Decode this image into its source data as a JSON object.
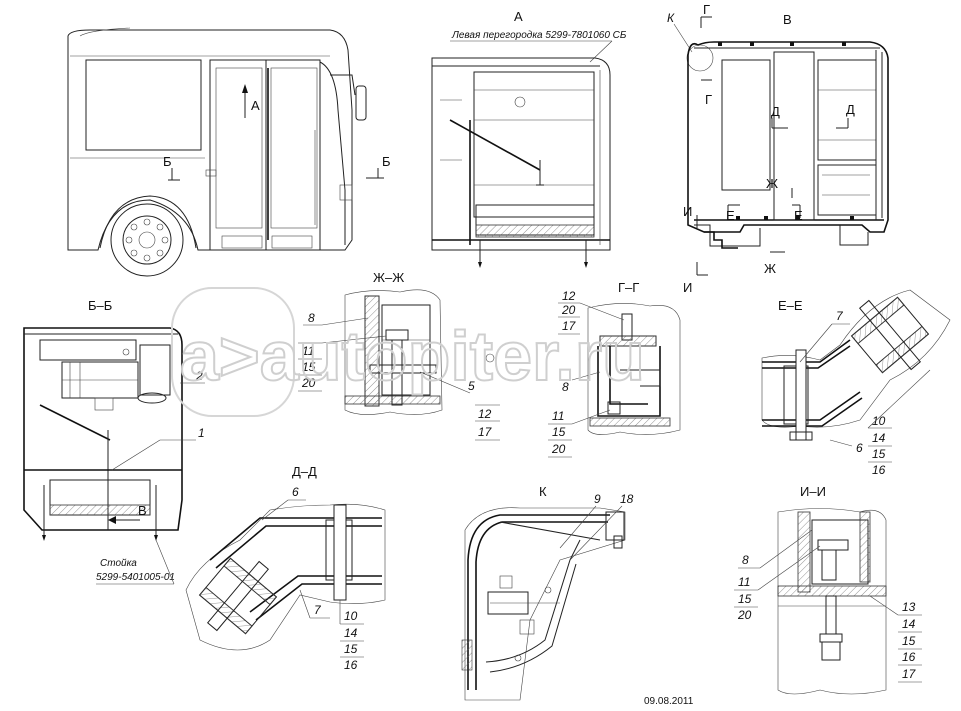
{
  "sections": {
    "A": "А",
    "V": "В",
    "BB": "Б–Б",
    "ZhZh": "Ж–Ж",
    "GG": "Г–Г",
    "EE": "Е–Е",
    "DD": "Д–Д",
    "K": "К",
    "II": "И–И"
  },
  "markers": {
    "A": "А",
    "B": "Б",
    "K": "К",
    "G": "Г",
    "D": "Д",
    "E": "Е",
    "Zh": "Ж",
    "I": "И",
    "V": "В"
  },
  "captions": {
    "partition": "Левая перегородка 5299-7801060 СБ",
    "stoyka_name": "Стойка",
    "stoyka_num": "5299-5401005-01"
  },
  "callouts": {
    "zhzh": [
      "8",
      "11",
      "15",
      "20",
      "5",
      "12",
      "17"
    ],
    "gg": [
      "12",
      "20",
      "17",
      "8",
      "11",
      "15",
      "20"
    ],
    "ee": [
      "7",
      "6",
      "10",
      "14",
      "15",
      "16"
    ],
    "bb": [
      "2",
      "1"
    ],
    "dd": [
      "6",
      "7",
      "10",
      "14",
      "15",
      "16"
    ],
    "k": [
      "9",
      "18"
    ],
    "ii": [
      "8",
      "11",
      "15",
      "20",
      "13",
      "14",
      "15",
      "16",
      "17"
    ]
  },
  "watermark": "a>autopiter.ru",
  "date": "09.08.2011"
}
